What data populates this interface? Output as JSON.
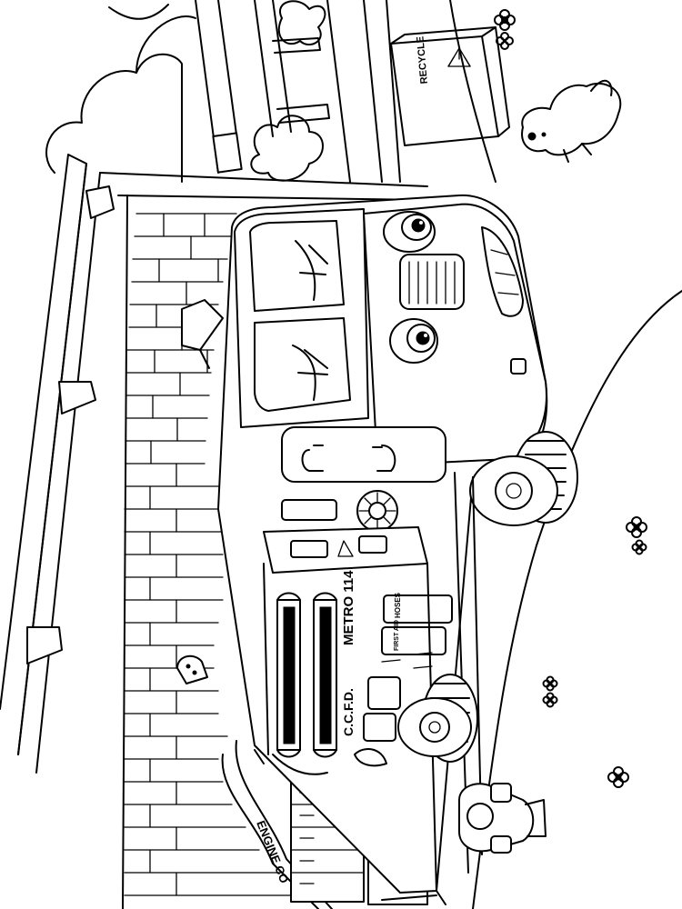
{
  "scene": {
    "subject": "cartoon fire engine with face parked in front of fire station (coloring page)",
    "line_color": "#000000",
    "background_color": "#ffffff"
  },
  "labels": {
    "recycle_bin": "RECYCLE",
    "truck_number": "METRO 114",
    "truck_department": "C.C.F.D.",
    "hoses_panel": "HOSES",
    "first_aid_panel": "FIRST AID",
    "station_sign": "ENGINE CO"
  },
  "icons": [
    "recycle-symbol-icon",
    "fire-department-badge-icon",
    "flower-icon",
    "fire-hydrant-icon"
  ]
}
